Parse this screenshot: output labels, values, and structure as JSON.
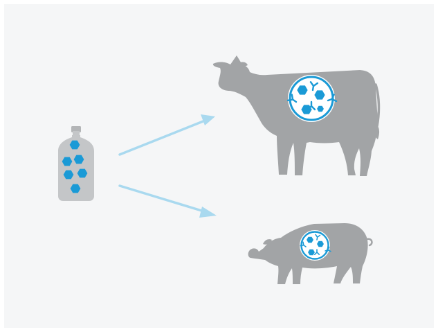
{
  "colors": {
    "background": "#f5f6f7",
    "frame": "#ffffff",
    "animal_gray": "#a2a4a6",
    "vial_gray": "#c4c6c8",
    "vial_cap": "#b3b5b7",
    "accent_blue": "#1a9ad6",
    "arrow_blue": "#a9d9ef",
    "badge_fill": "#ffffff"
  },
  "diagram": {
    "nodes": [
      {
        "id": "vaccine-vial",
        "icon": "vaccine-vial-icon",
        "contents": "virus-particles"
      },
      {
        "id": "cow",
        "icon": "cow-icon",
        "badge": "immune-response-badge"
      },
      {
        "id": "pig",
        "icon": "pig-icon",
        "badge": "immune-response-badge"
      }
    ],
    "edges": [
      {
        "from": "vaccine-vial",
        "to": "cow",
        "icon": "arrow-right-icon"
      },
      {
        "from": "vaccine-vial",
        "to": "pig",
        "icon": "arrow-right-icon"
      }
    ]
  }
}
